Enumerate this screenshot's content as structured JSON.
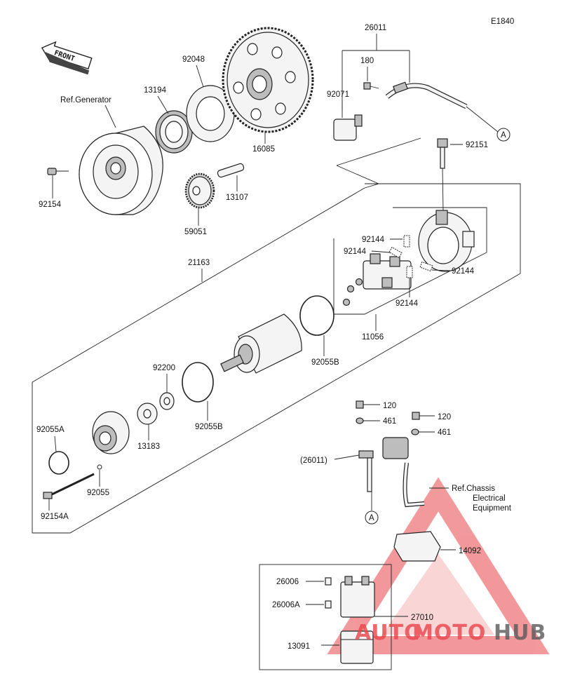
{
  "diagram_id": "E1840",
  "front_label": "FRONT",
  "labels": {
    "ref_generator": "Ref.Generator",
    "ref_chassis_1": "Ref.Chassis",
    "ref_chassis_2": "Electrical",
    "ref_chassis_3": "Equipment",
    "marker_a": "A"
  },
  "parts": {
    "p26011": "26011",
    "p180": "180",
    "p92071": "92071",
    "p92048": "92048",
    "p13194": "13194",
    "p16085": "16085",
    "p92154": "92154",
    "p59051": "59051",
    "p13107": "13107",
    "p92151": "92151",
    "p21163": "21163",
    "p92144_a": "92144",
    "p92144_b": "92144",
    "p92144_c": "92144",
    "p92144_d": "92144",
    "p11056": "11056",
    "p92055B_a": "92055B",
    "p92055B_b": "92055B",
    "p92200": "92200",
    "p13183": "13183",
    "p92055A": "92055A",
    "p92055": "92055",
    "p92154A": "92154A",
    "p120_a": "120",
    "p461_a": "461",
    "p120_b": "120",
    "p461_b": "461",
    "p26011_ref": "(26011)",
    "p14092": "14092",
    "p26006": "26006",
    "p26006A": "26006A",
    "p27010": "27010",
    "p13091": "13091"
  },
  "watermark": {
    "part1": "AUTO",
    "part2": "MOTO",
    "part3": "HUB",
    "color_red": "#e8454a",
    "color_grey": "#5a5a5a"
  }
}
